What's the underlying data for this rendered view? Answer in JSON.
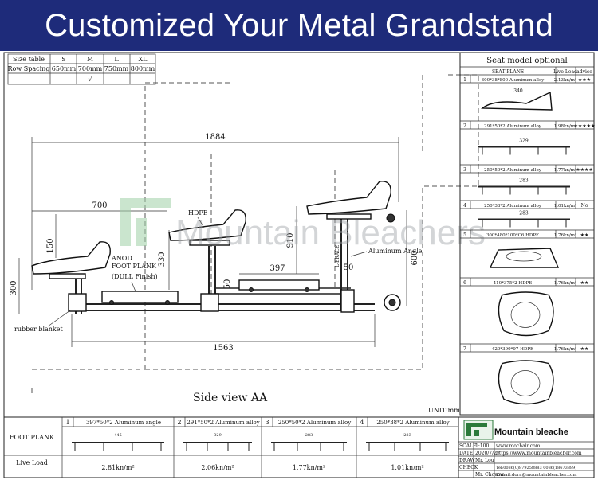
{
  "banner": {
    "title": "Customized Your Metal Grandstand"
  },
  "size_table": {
    "header": [
      "Size table",
      "S",
      "M",
      "L",
      "XL"
    ],
    "row_label": "Row Spacing",
    "values": [
      "650mm",
      "700mm",
      "750mm",
      "800mm"
    ],
    "check": "√"
  },
  "drawing": {
    "dims": {
      "overall": "1884",
      "row_spacing": "700",
      "bottom": "1563",
      "rise1": "150",
      "rise2": "330",
      "height_left": "300",
      "height_mid": "910",
      "height_right": "600",
      "plank": "397",
      "step50a": "50",
      "step50b": "50"
    },
    "labels": {
      "hdpe": "HDPE",
      "anod": "ANOD",
      "foot_plank": "FOOT PLANK",
      "dull": "(DULL Finish)",
      "aluminum_angle": "Aluminum Angle",
      "rubber": "rubber blanket",
      "lbrace": "L-BRACE",
      "view": "Side view AA",
      "unit": "UNIT:mm"
    },
    "watermark": "Mountain Bleachers"
  },
  "seat_panel": {
    "title": "Seat model optional",
    "header": [
      "SEAT PLANS",
      "Live Load",
      "advice"
    ],
    "rows": [
      {
        "no": "1",
        "name": "300*38*800 Aluminum alloy",
        "load": "2.13kn/m²",
        "stars": "★★★",
        "dim": "340"
      },
      {
        "no": "2",
        "name": "291*50*2 Aluminum alloy",
        "load": "1.98kn/m²",
        "stars": "★★★★★",
        "dim": "329"
      },
      {
        "no": "3",
        "name": "250*50*2 Aluminum alloy",
        "load": "1.77kn/m²",
        "stars": "★★★★",
        "dim": "283"
      },
      {
        "no": "4",
        "name": "250*38*2 Aluminum alloy",
        "load": "1.01kn/m²",
        "stars": "No",
        "dim": "283"
      },
      {
        "no": "5",
        "name": "300*480*100*C6 HDPE",
        "load": "1.76kn/m²",
        "stars": "★★",
        "dim": ""
      },
      {
        "no": "6",
        "name": "410*375*2 HDPE",
        "load": "1.76kn/m²",
        "stars": "★★",
        "dim": ""
      },
      {
        "no": "7",
        "name": "420*390*97 HDPE",
        "load": "1.76kn/m²",
        "stars": "★★",
        "dim": ""
      }
    ]
  },
  "foot_plank": {
    "label": "FOOT PLANK",
    "live_label": "Live Load",
    "items": [
      {
        "no": "1",
        "name": "397*50*2 Aluminum angle",
        "load": "2.81kn/m²",
        "dim": "445"
      },
      {
        "no": "2",
        "name": "291*50*2 Aluminum alloy",
        "load": "2.06kn/m²",
        "dim": "329"
      },
      {
        "no": "3",
        "name": "250*50*2 Aluminum alloy",
        "load": "1.77kn/m²",
        "dim": "283"
      },
      {
        "no": "4",
        "name": "250*38*2 Aluminum alloy",
        "load": "1.01kn/m²",
        "dim": "283"
      }
    ]
  },
  "title_block": {
    "company": "Mountain bleache",
    "scale": "1:100",
    "date": "2020/7/27",
    "drawer": "Mr. Lou",
    "checker": "Mr. Chowne",
    "web": "https://www.mountainbleacher.com",
    "web2": "www.mochair.com",
    "tel": "Tel:0086(0)879258883 0086(18673889)",
    "email": "E-mail:dora@mountainbleacher.com",
    "fields": [
      "SCALE",
      "DATE",
      "DRAW",
      "CHECK"
    ]
  }
}
